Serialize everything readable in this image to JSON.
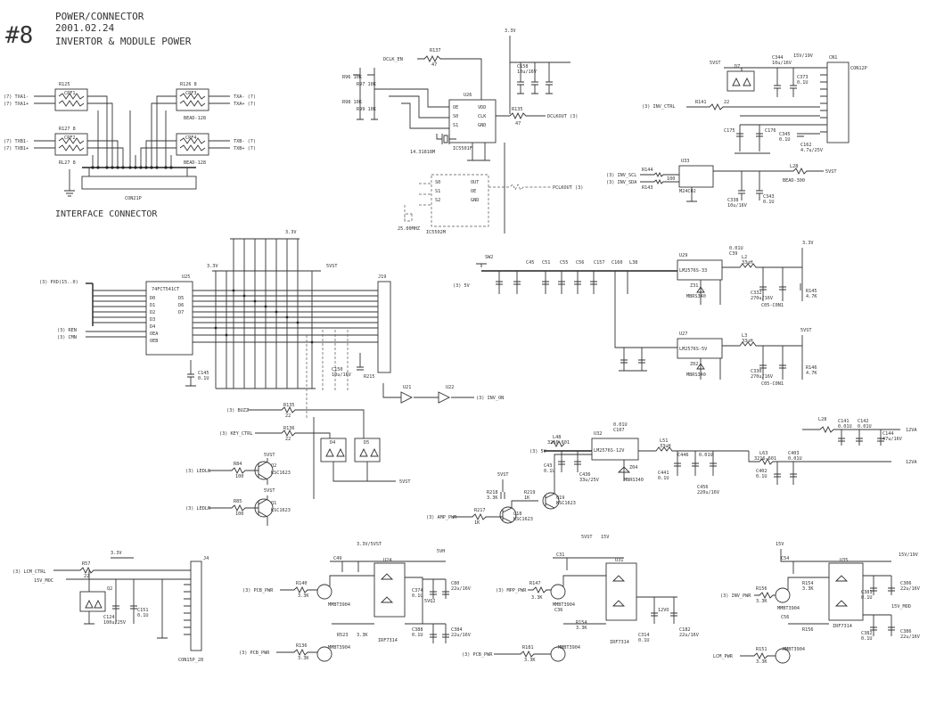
{
  "header": {
    "sheet_number": "#8",
    "line1": "POWER/CONNECTOR",
    "line2": "2001.02.24",
    "line3": "INVERTOR & MODULE POWER"
  },
  "interface": {
    "caption": "INTERFACE CONNECTOR",
    "connector": "CON21P",
    "r_top_left": "R125",
    "r_top_right": "R126 8",
    "r_mid_left": "R127 8",
    "r_bot_left": "RL27 8",
    "bead_top": "BEAD-128",
    "bead_bot": "BEAD-128",
    "cpf1": "CPF1",
    "cpf3": "CPF3",
    "cpf2": "CPF2",
    "cpf4": "CPF4",
    "sig_rxa_m": "(7) TXA1-",
    "sig_rxa_p": "(7) TXA1+",
    "sig_rxb_m": "(7) TXB1-",
    "sig_rxb_p": "(7) TXB1+",
    "sig_txa_m": "TXA- (7)",
    "sig_txa_p": "TXA+ (7)",
    "sig_txb_m": "TXB- (7)",
    "sig_txb_p": "TXB+ (7)"
  },
  "clock": {
    "rail": "3.3V",
    "u_main": "U26",
    "u_main_part": "IC5501F",
    "u_sub_part": "IC5502M",
    "net_in": "DCLK_EN",
    "r_in": "R137",
    "r_in_val": "47",
    "net_out": "DCLKOUT (3)",
    "net_out2": "PCLKOUT (3)",
    "crystal": "14.31818M",
    "crystal2": "25.00MHZ",
    "r_out": "R135",
    "r_out_val": "47",
    "c_top": "C158",
    "c_top_val": "10u/16V",
    "pins_main": [
      "OE",
      "S0",
      "S1",
      "CLK",
      "GND",
      "VDD"
    ],
    "pins_sub": [
      "S0",
      "S1",
      "S2",
      "OUT",
      "OE",
      "GND"
    ],
    "rs_left": [
      "R96 10K",
      "R97 10K",
      "R98 10K",
      "R99 10K"
    ]
  },
  "inverter": {
    "rail": "5VST",
    "rail2": "15V/19V",
    "connector": "CN1",
    "connector2": "CON12P",
    "net_ctrl": "(3) INV_CTRL",
    "r_ctrl": "R141",
    "r_ctrl_val": "22",
    "d1": "D7",
    "c1": "C344",
    "c1_val": "10u/16V",
    "c2": "C373",
    "c2_val": "0.1U",
    "c3": "C162",
    "c3_val": "4.7u/25V",
    "c4": "C345",
    "c4_val": "0.1U",
    "c5": "C175",
    "c6": "C176",
    "eeprom": "U33",
    "eeprom_part": "M24C02",
    "bead": "L28",
    "bead_val": "BEAD-300",
    "net_scl": "(3) INV_SCL",
    "net_sda": "(3) INV_SDA",
    "r_scl": "R144",
    "r_sda": "R143",
    "r_val": "100",
    "c7": "C338",
    "c7_val": "10u/16V",
    "c8": "C343",
    "c8_val": "0.1U"
  },
  "buffer": {
    "ic": "U25",
    "ic_part": "74FCT541CT",
    "bus_in": "(3) PXD(15..0)",
    "net_ren": "(3) REN",
    "net_cmn": "(3) CMN",
    "rail": "3.3V",
    "rail2": "5VST",
    "connector": "J19",
    "c_dec": "C145",
    "c_dec_val": "0.1U",
    "c_bulk": "C150",
    "c_bulk_val": "10u/16V",
    "r_pu": "R215",
    "pins": [
      "D0",
      "D1",
      "D2",
      "D3",
      "D4",
      "D5",
      "D6",
      "D7",
      "OEA",
      "OEB"
    ],
    "inv1": "U21",
    "inv2": "U22",
    "net_inv": "(3) INV_ON"
  },
  "buzz": {
    "net_buzz": "(3) BUZZ",
    "net_key": "(3) KEY_CTRL",
    "r1": "R135",
    "r1_val": "22",
    "r2": "R136",
    "r2_val": "22",
    "d1": "D4",
    "d2": "D5",
    "rail": "5VST",
    "net_led1": "(3) LEDLG",
    "net_led2": "(3) LEDLR",
    "r3": "R84",
    "r3_val": "100",
    "r4": "R85",
    "r4_val": "100",
    "q1": "Q2",
    "q1_part": "KSC1623",
    "q2": "Q1",
    "q2_part": "KSC1623"
  },
  "regulators": {
    "rail_in": "(3) 5V",
    "sw": "SW2",
    "u1": "U29",
    "u1_part": "LM2576S-33",
    "u2": "U27",
    "u2_part": "LM2576S-5V",
    "l1": "L2",
    "l1_val": "33uH",
    "l2": "L3",
    "l2_val": "33uH",
    "z1": "Z31",
    "z2": "Z02",
    "out1": "3.3V",
    "out2": "5VST",
    "tag1": "C05-C0N1",
    "tag2": "C05-C0N1",
    "c_out1": "C39",
    "c_out1_val": "0.01U",
    "c_big1": "C332",
    "c_big1_val": "270u/16V",
    "c_big2": "C330",
    "c_big2_val": "270u/16V",
    "r_fb1": "R145",
    "r_fb1_val": "4.7K",
    "r_fb2": "R146",
    "r_fb2_val": "4.7K",
    "caps_row": [
      "C45",
      "C51",
      "C55",
      "C56",
      "C157",
      "C160",
      "L38"
    ],
    "d_part": "MBRS340"
  },
  "reg12": {
    "rail_in": "(3) 5V",
    "l_in": "L48",
    "l_in_val": "3216-601",
    "u": "U32",
    "u_part": "LM2576S-12V",
    "c_out": "C107",
    "c_out_val": "0.01U",
    "l_out": "L51",
    "l_out_val": "33uH",
    "z": "Z04",
    "d_part": "MBRS340",
    "c_big": "C456",
    "c_big_val": "220u/16V",
    "c1": "C446",
    "c1_val": "0.01U",
    "c2": "C441",
    "c2_val": "0.1U",
    "l_f": "L63",
    "l_f_val": "3216-601",
    "c3": "C402",
    "c3_val": "0.1U",
    "c4": "C403",
    "c4_val": "0.01U",
    "bead": "L28",
    "c5": "C141",
    "c5_val": "0.01U",
    "c6": "C142",
    "c6_val": "0.01U",
    "c7": "C144",
    "c7_val": "47u/16V",
    "out": "12VA",
    "out2": "12VA",
    "c_in": "C43",
    "c_in_val": "0.1U",
    "c_in2": "C436",
    "c_in2_val": "33u/25V",
    "r_a": "R218",
    "r_a_val": "3.3K",
    "r_b": "R219",
    "r_b_val": "1K",
    "r_c": "R217",
    "r_c_val": "1K",
    "q_a": "Q18",
    "q_a_part": "KSC1623",
    "q_b": "Q19",
    "q_b_part": "KSC1623",
    "net_amp": "(3) AMP_PWR",
    "rail": "5VST"
  },
  "lcm": {
    "rail": "3.3V",
    "net_ctrl": "(3) LCM_CTRL",
    "net_mod": "15V_MOC",
    "r": "R57",
    "r_val": "22",
    "q": "Q2",
    "c1": "C151",
    "c1_val": "0.1U",
    "c2": "C124",
    "c2_val": "100u/25V",
    "connector": "CON15P_28",
    "connector_top": "J4"
  },
  "switches": [
    {
      "rail": "3.3V/5VST",
      "rail2": "5VH",
      "net": "(3) PCB_PWR",
      "net2": "(3) PCB_PWR",
      "r1": "R140",
      "r1_val": "3.3K",
      "r2": "R136",
      "r2_val": "3.3K",
      "q": "MMBT3904",
      "q2": "MMBT3904",
      "ic": "U24",
      "ic_part": "IRF7314",
      "c_out": "C80",
      "c_out_val": "22u/16V",
      "c_out2": "C384",
      "c_out2_val": "22u/16V",
      "c_mid": "C374",
      "c_mid_val": "0.1U",
      "c_mid2": "C388",
      "c_mid2_val": "0.1U",
      "out": "5VQ2",
      "c_gate": "C49",
      "r_gate": "R523",
      "r_gate_val": "3.3K"
    },
    {
      "rail": "5VST",
      "rail2": "15V",
      "net": "(3) MPP_PWR",
      "net2": "(3) PCB_PWR",
      "r1": "R147",
      "r1_val": "3.3K",
      "r2": "R181",
      "r2_val": "3.3K",
      "q": "MMBT3904",
      "q2": "MMBT3904",
      "ic": "U31",
      "ic_part": "IRF7314",
      "c_out": "C182",
      "c_out_val": "22u/16V",
      "c_mid": "C314",
      "c_mid_val": "0.1U",
      "c_gate": "C31",
      "c_gate2": "C36",
      "r_gate": "R154",
      "r_gate_val": "3.3K",
      "out": "12VO"
    },
    {
      "rail": "15V",
      "rail2": "15V/19V",
      "net": "(3) INV_PWR",
      "net2": "LCM_PWR",
      "r1": "R156",
      "r1_val": "3.3K",
      "r2": "R151",
      "r2_val": "3.3K",
      "q": "MMBT3904",
      "q2": "MMBT3904",
      "ic": "U35",
      "ic_part": "IRF7314",
      "c_out": "C306",
      "c_out_val": "22u/16V",
      "c_out2": "C386",
      "c_out2_val": "22u/16V",
      "c_mid": "C381",
      "c_mid_val": "0.1U",
      "c_mid2": "C382",
      "c_mid2_val": "0.1U",
      "c_gate": "C54",
      "c_gate2": "C56",
      "r_gate": "R154",
      "r_gate_val": "3.3K",
      "r_gate2": "R156",
      "out": "15V_MOD"
    }
  ]
}
